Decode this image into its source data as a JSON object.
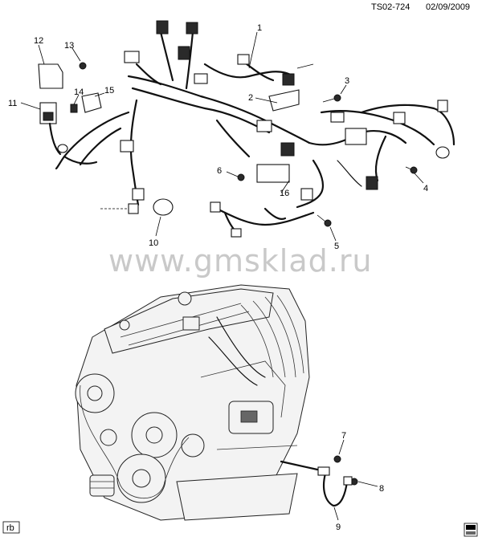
{
  "header": {
    "drawing_id": "TS02-724",
    "date": "02/09/2009"
  },
  "watermark": "www.gmsklad.ru",
  "footer": {
    "left_tag": "rb"
  },
  "callouts": [
    "1",
    "2",
    "3",
    "4",
    "5",
    "6",
    "7",
    "8",
    "9",
    "10",
    "11",
    "12",
    "13",
    "14",
    "15",
    "16"
  ],
  "colors": {
    "line": "#111111",
    "watermark": "#c9c9c9",
    "background": "#ffffff"
  }
}
